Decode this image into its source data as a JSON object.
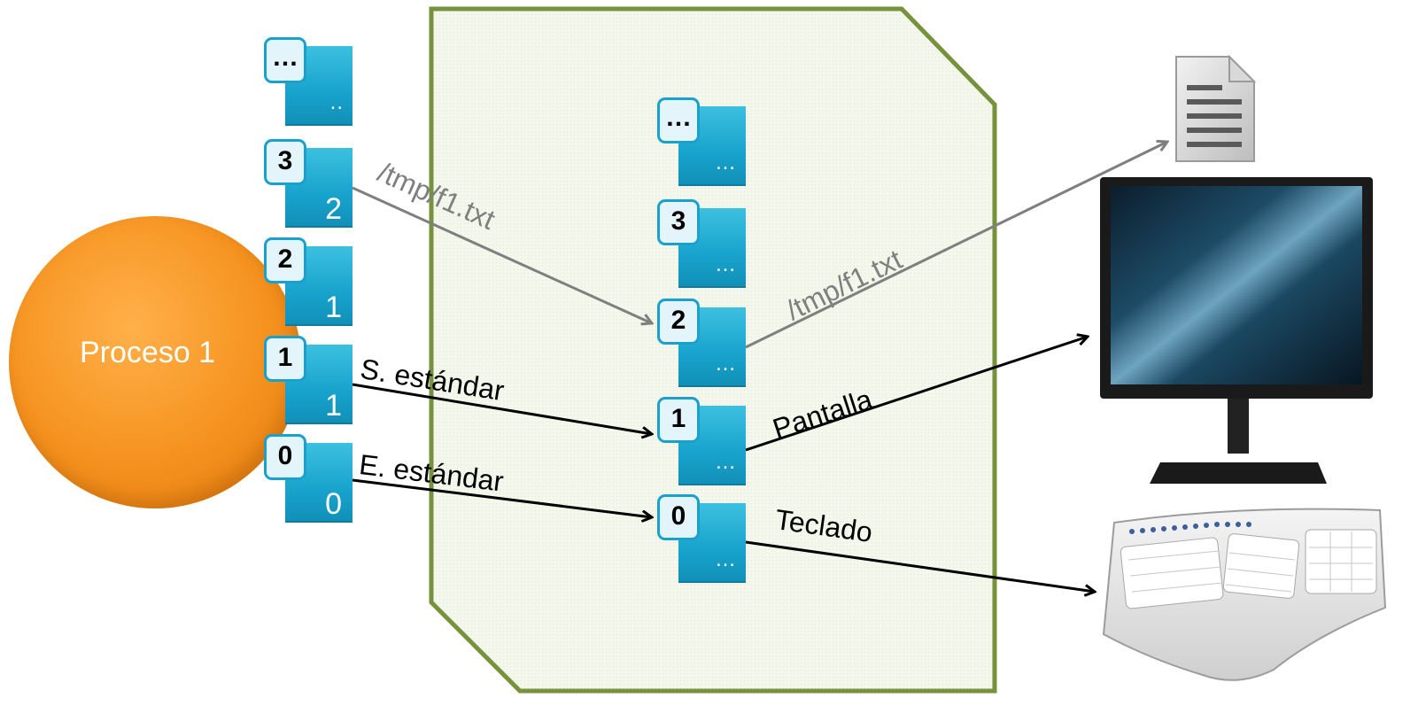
{
  "process": {
    "label": "Proceso 1"
  },
  "process_table": [
    {
      "badge": "…",
      "value": ".."
    },
    {
      "badge": "3",
      "value": "2"
    },
    {
      "badge": "2",
      "value": "1"
    },
    {
      "badge": "1",
      "value": "1"
    },
    {
      "badge": "0",
      "value": "0"
    }
  ],
  "system_table": [
    {
      "badge": "…",
      "value": "…"
    },
    {
      "badge": "3",
      "value": "…"
    },
    {
      "badge": "2",
      "value": "…"
    },
    {
      "badge": "1",
      "value": "…"
    },
    {
      "badge": "0",
      "value": "…"
    }
  ],
  "labels": {
    "file_path_in": "/tmp/f1.txt",
    "file_path_out": "/tmp/f1.txt",
    "stdout": "S. estándar",
    "stdin": "E. estándar",
    "screen": "Pantalla",
    "keyboard": "Teclado"
  },
  "devices": {
    "file": "document-icon",
    "screen": "monitor-icon",
    "keyboard": "keyboard-icon"
  },
  "colors": {
    "panel_fill": "#f2f6ea",
    "panel_border": "#76923c",
    "cell": "#1aa3cc",
    "process": "#f5921e",
    "gray_arrow": "#7f7f7f",
    "black_arrow": "#000000"
  }
}
